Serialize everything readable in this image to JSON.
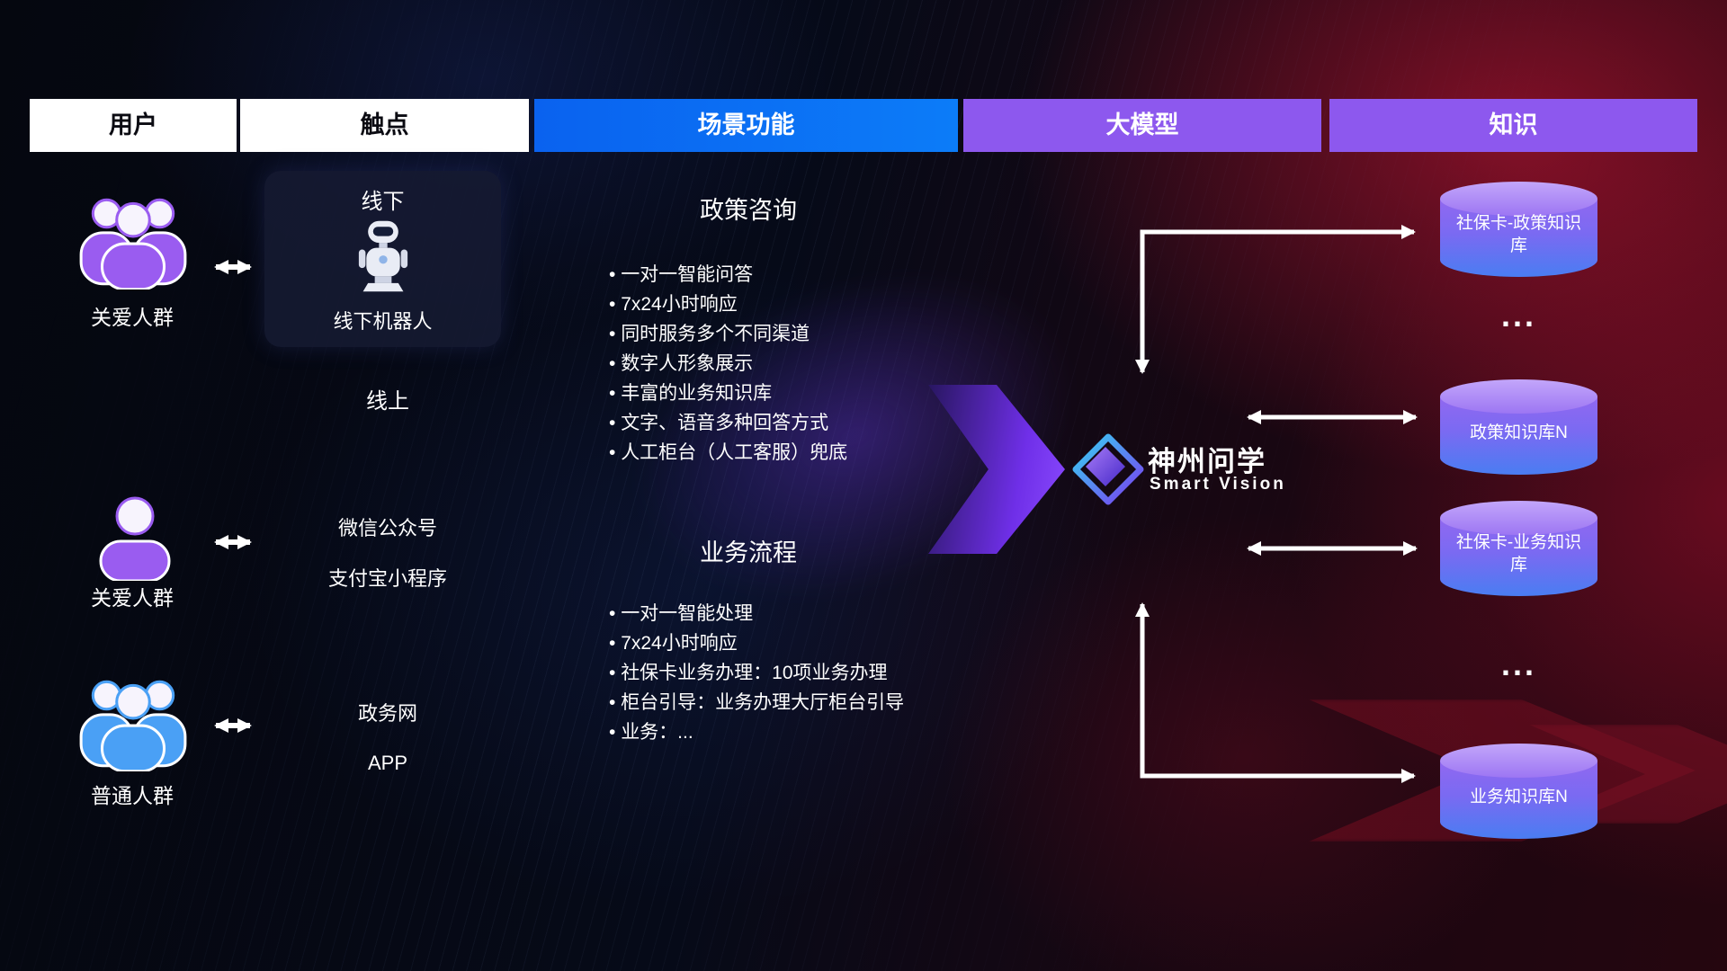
{
  "headers": [
    {
      "label": "用户"
    },
    {
      "label": "触点"
    },
    {
      "label": "场景功能"
    },
    {
      "label": "大模型"
    },
    {
      "label": "知识"
    }
  ],
  "users": {
    "groups": [
      {
        "label": "关爱人群",
        "icon": "group-people-icon",
        "color": "#9a5cf0"
      },
      {
        "label": "关爱人群",
        "icon": "person-icon",
        "color": "#9a5cf0"
      },
      {
        "label": "普通人群",
        "icon": "group-people-icon",
        "color": "#4aa0f5"
      }
    ]
  },
  "touchpoints": {
    "offline": {
      "title": "线下",
      "device": "线下机器人",
      "icon": "robot-icon"
    },
    "online_title": "线上",
    "online_channels": [
      "微信公众号",
      "支付宝小程序"
    ],
    "gov_channels": [
      "政务网",
      "APP"
    ]
  },
  "scenarios": [
    {
      "title": "政策咨询",
      "items": [
        "一对一智能问答",
        "7x24小时响应",
        "同时服务多个不同渠道",
        "数字人形象展示",
        "丰富的业务知识库",
        "文字、语音多种回答方式",
        "人工柜台（人工客服）兜底"
      ]
    },
    {
      "title": "业务流程",
      "items": [
        "一对一智能处理",
        "7x24小时响应",
        "社保卡业务办理：10项业务办理",
        "柜台引导：业务办理大厅柜台引导",
        "业务：..."
      ]
    }
  ],
  "model": {
    "brand": "神州问学",
    "subtitle": "Smart Vision",
    "icon": "diamond-logo-icon"
  },
  "knowledge": {
    "stores": [
      {
        "label": "社保卡-政策知识库"
      },
      {
        "label": "政策知识库N"
      },
      {
        "label": "社保卡-业务知识库"
      },
      {
        "label": "业务知识库N"
      }
    ],
    "ellipsis": "..."
  },
  "colors": {
    "header_blue": "#0a62ef",
    "header_purple": "#8d58ee",
    "accent_purple": "#6f2fe8",
    "user_purple": "#9a5cf0",
    "user_blue": "#4aa0f5",
    "cylinder_top": "#c3a6fa",
    "cylinder_bottom": "#4a7df2",
    "background_red": "#6d0d1f"
  }
}
